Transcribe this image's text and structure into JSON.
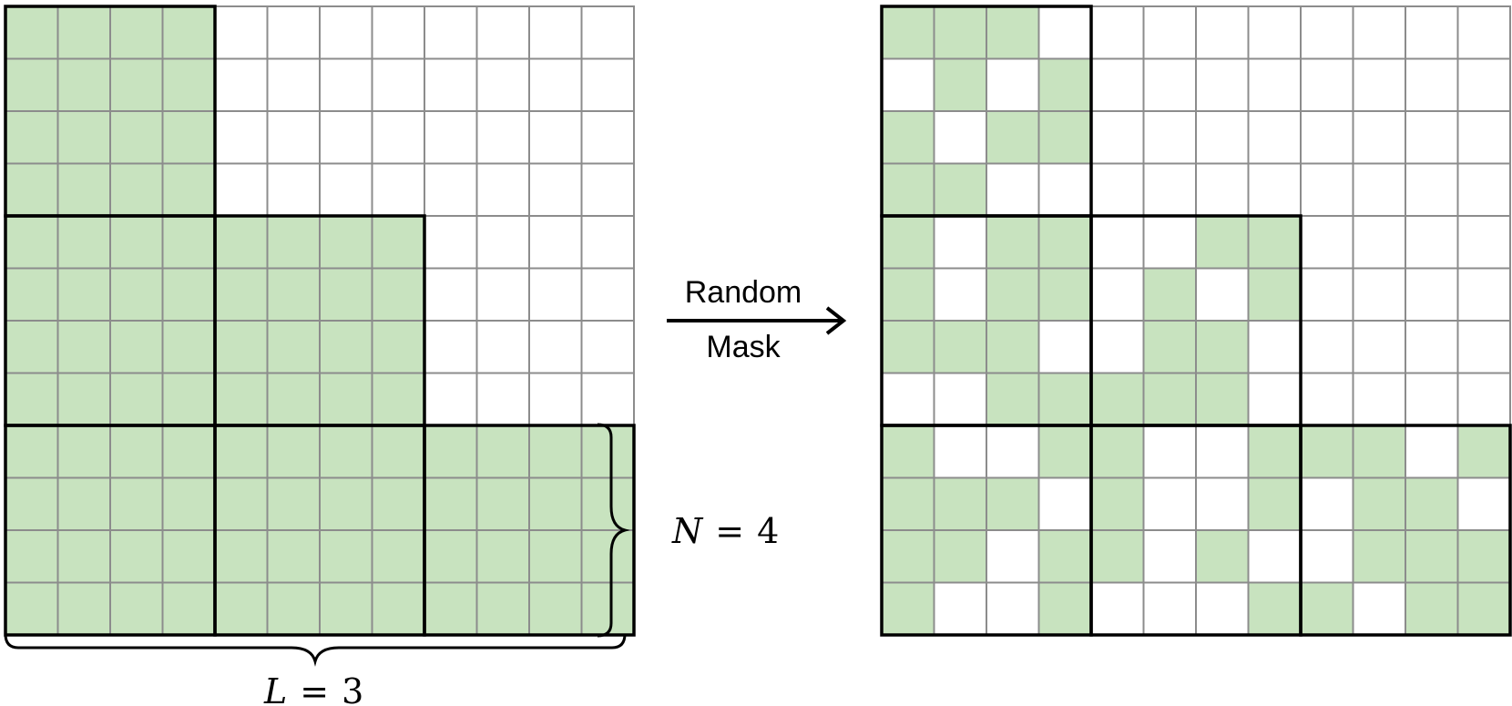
{
  "colors": {
    "filled": "#c8e3bf",
    "empty": "#ffffff",
    "grid_line": "#8c8c8c",
    "block_border": "#000000"
  },
  "grid": {
    "rows": 12,
    "cols": 12,
    "block_size": 4
  },
  "left_matrix": {
    "description_fill": "block lower-triangular (causal) mask",
    "rows": [
      "111100000000",
      "111100000000",
      "111100000000",
      "111100000000",
      "111111110000",
      "111111110000",
      "111111110000",
      "111111110000",
      "111111111111",
      "111111111111",
      "111111111111",
      "111111111111"
    ]
  },
  "right_matrix": {
    "rows": [
      "111000000000",
      "010100000000",
      "101100000000",
      "110000000000",
      "101100110000",
      "101101010000",
      "111001100000",
      "001111100000",
      "100110011101",
      "111010010110",
      "110110100111",
      "100100011011"
    ]
  },
  "arrow_label": {
    "line1": "Random",
    "line2": "Mask"
  },
  "brace_right": {
    "var": "N",
    "op": "=",
    "value": "4"
  },
  "brace_bottom": {
    "var": "L",
    "op": "=",
    "value": "3"
  }
}
